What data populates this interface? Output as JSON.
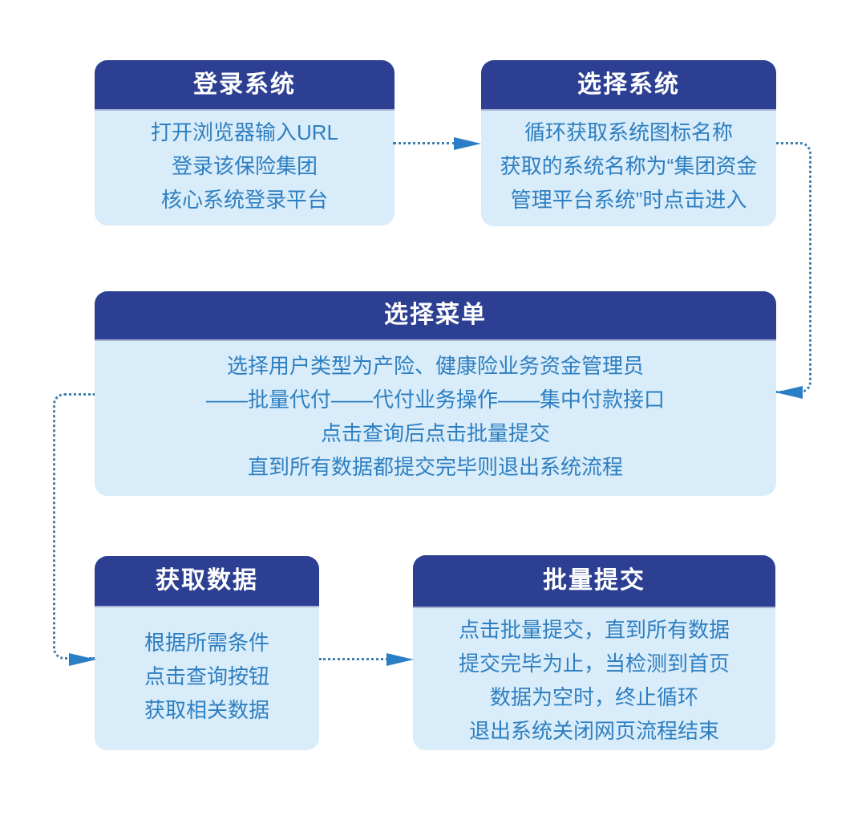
{
  "colors": {
    "header_bg": "#2c3f92",
    "body_bg": "#d9ecf9",
    "header_text": "#ffffff",
    "body_text": "#2e7fc1",
    "connector": "#3f7fae",
    "arrow": "#2a7ec6",
    "page_bg": "#ffffff"
  },
  "nodes": [
    {
      "id": "login",
      "title": "登录系统",
      "lines": [
        "打开浏览器输入URL",
        "登录该保险集团",
        "核心系统登录平台"
      ]
    },
    {
      "id": "select-system",
      "title": "选择系统",
      "lines": [
        "循环获取系统图标名称",
        "获取的系统名称为“集团资金",
        "管理平台系统”时点击进入"
      ]
    },
    {
      "id": "select-menu",
      "title": "选择菜单",
      "lines": [
        "选择用户类型为产险、健康险业务资金管理员",
        "——批量代付——代付业务操作——集中付款接口",
        "点击查询后点击批量提交",
        "直到所有数据都提交完毕则退出系统流程"
      ]
    },
    {
      "id": "get-data",
      "title": "获取数据",
      "lines": [
        "根据所需条件",
        "点击查询按钮",
        "获取相关数据"
      ]
    },
    {
      "id": "batch-submit",
      "title": "批量提交",
      "lines": [
        "点击批量提交，直到所有数据",
        "提交完毕为止，当检测到首页",
        "数据为空时，终止循环",
        "退出系统关闭网页流程结束"
      ]
    }
  ]
}
